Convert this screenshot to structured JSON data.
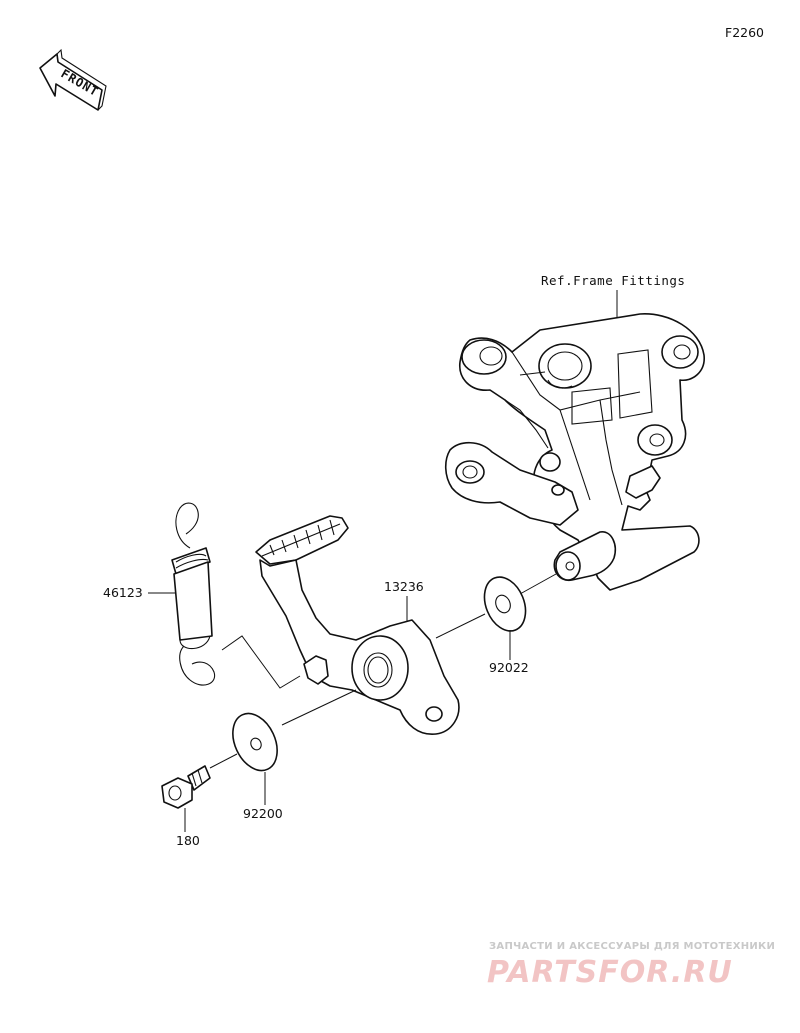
{
  "diagram": {
    "code": "F2260",
    "front_arrow_label": "FRONT",
    "reference_label": "Ref.Frame Fittings",
    "parts": [
      {
        "number": "46123"
      },
      {
        "number": "13236"
      },
      {
        "number": "92022"
      },
      {
        "number": "92200"
      },
      {
        "number": "180"
      }
    ]
  },
  "watermark": {
    "line1": "ЗАПЧАСТИ И АКСЕССУАРЫ ДЛЯ МОТОТЕХНИКИ",
    "line2": "PARTSFOR.RU"
  }
}
